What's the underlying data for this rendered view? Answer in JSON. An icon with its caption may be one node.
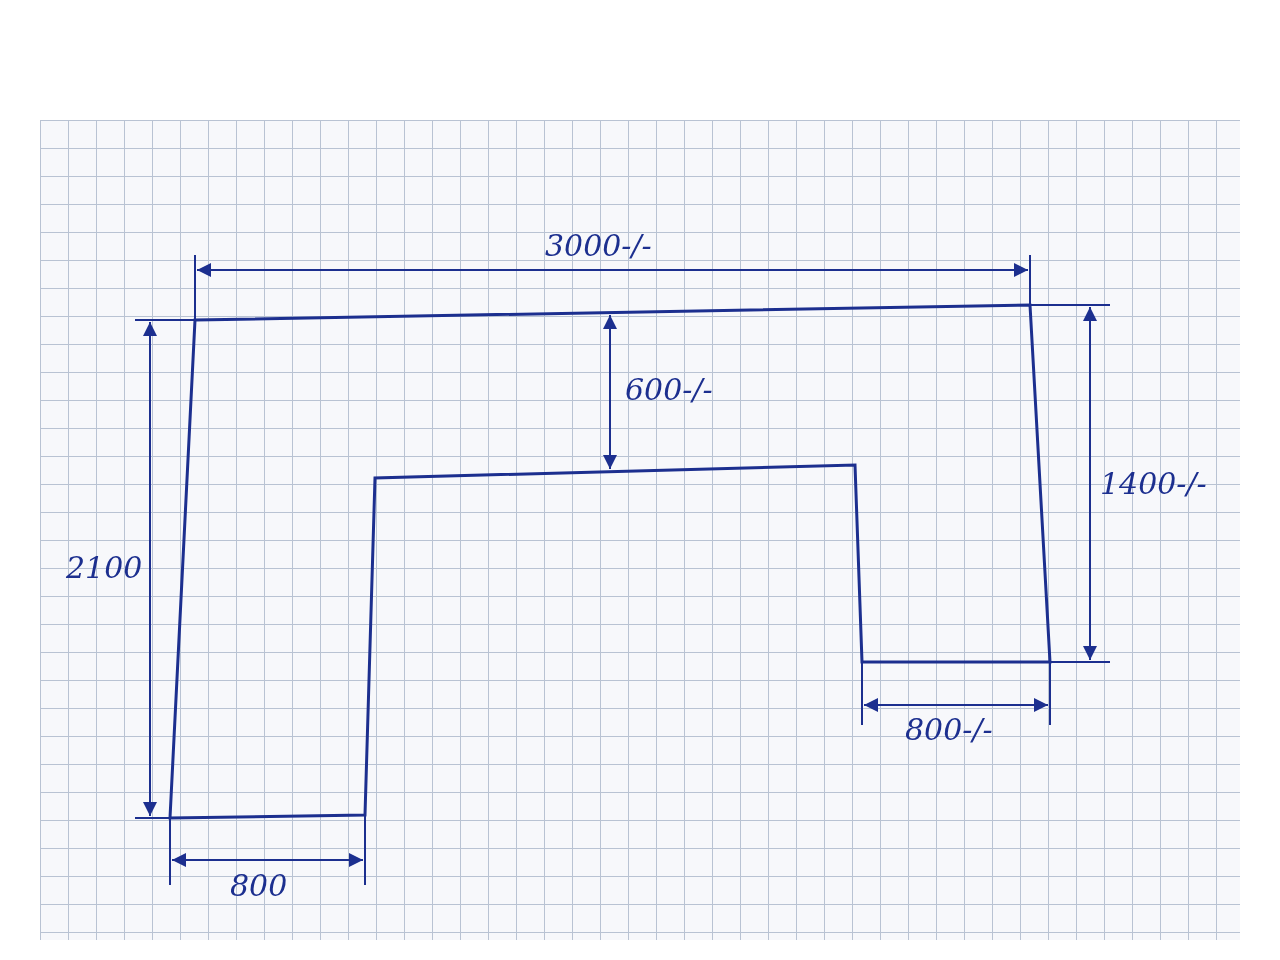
{
  "diagram": {
    "labels": [
      "3000-/-",
      "600-/-",
      "1400-/-",
      "2100",
      "800-/-",
      "800"
    ]
  }
}
